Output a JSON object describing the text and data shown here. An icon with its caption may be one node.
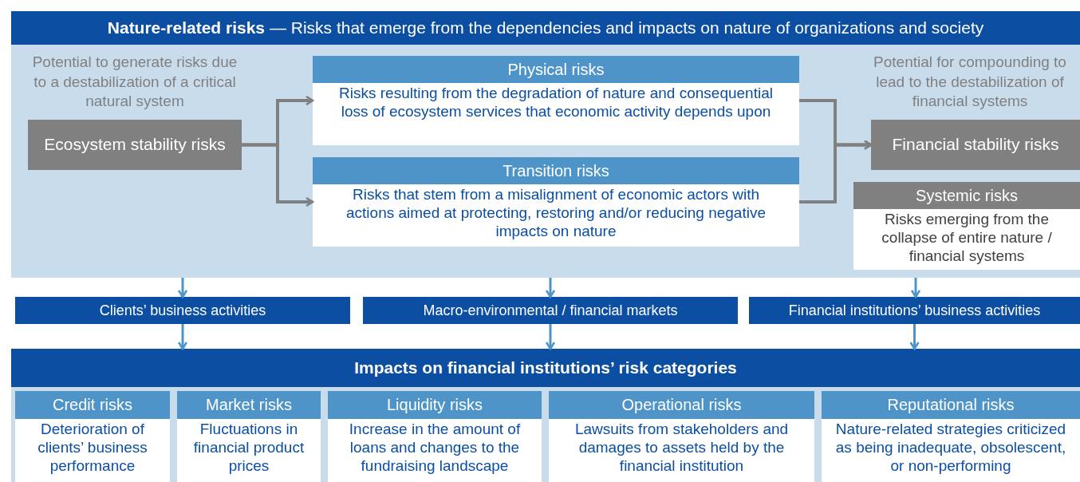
{
  "diagram": {
    "nodes": [
      {
        "text": [
          "**Nature-related risks** — Risks that emerge from the dependencies and impacts on nature of organizations and society"
        ]
      },
      {
        "text": [
          "Ecosystem stability risks"
        ],
        "in": 0,
        "beside": [
          "Potential to generate risks due to a destabilization of a critical natural system"
        ]
      },
      {
        "text": [
          "Physical risks",
          "Risks resulting from the degradation of nature and consequential loss of ecosystem services that economic activity depends upon"
        ],
        "in": 0
      },
      {
        "text": [
          "Transition risks",
          "Risks that stem from a misalignment of economic actors with actions aimed at protecting, restoring and/or reducing negative impacts on nature"
        ],
        "in": 0
      },
      {
        "text": [
          "Financial stability risks"
        ],
        "in": 0,
        "beside": [
          "Potential for compounding to lead to the destabilization of financial systems"
        ]
      },
      {
        "text": [
          "Systemic risks",
          "Risks emerging from the collapse of entire nature / financial systems"
        ],
        "in": 0
      },
      {
        "text": [
          "Clients’ business activities"
        ]
      },
      {
        "text": [
          "Macro-environmental / financial markets"
        ]
      },
      {
        "text": [
          "Financial institutions’ business activities"
        ]
      },
      {
        "text": [
          "Impacts on financial institutions’ risk categories"
        ]
      },
      {
        "text": [
          "Credit risks",
          "Deterioration of clients’ business performance"
        ],
        "in": 9
      },
      {
        "text": [
          "Market risks",
          "Fluctuations in financial product prices"
        ],
        "in": 9
      },
      {
        "text": [
          "Liquidity risks",
          "Increase in the amount of loans and changes to the fundraising landscape"
        ],
        "in": 9
      },
      {
        "text": [
          "Operational risks",
          "Lawsuits from stakeholders and damages to assets held by the financial institution"
        ],
        "in": 9
      },
      {
        "text": [
          "Reputational risks",
          "Nature-related strategies criticized as being inadequate, obsolescent, or non-performing"
        ],
        "in": 9
      }
    ],
    "edges": [
      {
        "from": 1,
        "to": 2,
        "arrow": "to",
        "color": "#808080"
      },
      {
        "from": 1,
        "to": 3,
        "arrow": "to",
        "color": "#808080"
      },
      {
        "from": 2,
        "to": 4,
        "arrow": "to",
        "color": "#808080"
      },
      {
        "from": 3,
        "to": 4,
        "arrow": "to",
        "color": "#808080"
      },
      {
        "from": 0,
        "to": 6,
        "arrow": "to"
      },
      {
        "from": 0,
        "to": 7,
        "arrow": "to"
      },
      {
        "from": 0,
        "to": 8,
        "arrow": "to"
      },
      {
        "from": 6,
        "to": 9,
        "arrow": "to"
      },
      {
        "from": 7,
        "to": 9,
        "arrow": "to"
      },
      {
        "from": 8,
        "to": 9,
        "arrow": "to"
      }
    ]
  }
}
